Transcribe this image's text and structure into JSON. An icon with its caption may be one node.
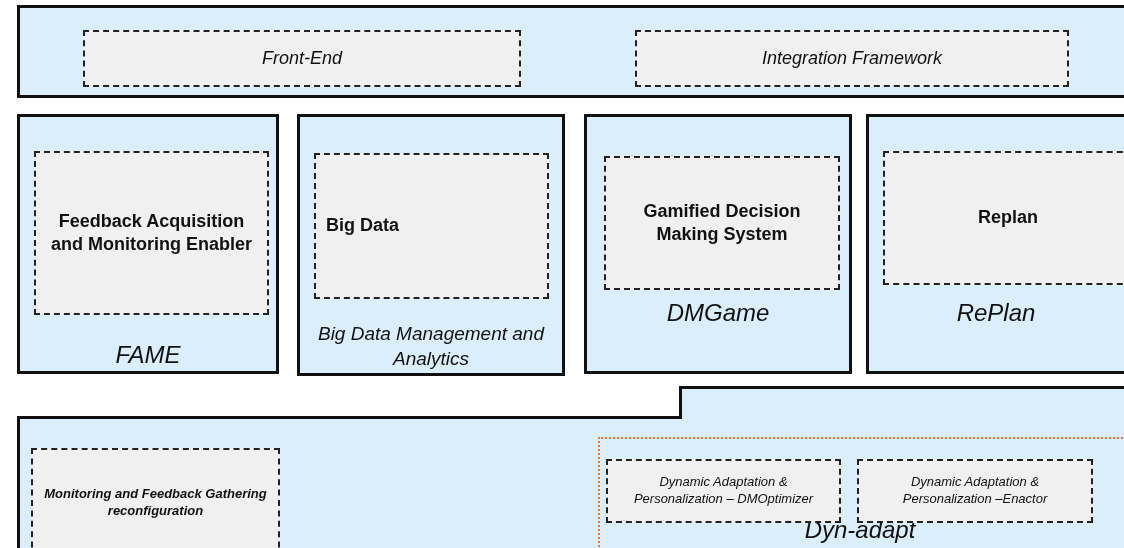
{
  "diagram": {
    "nodes": [
      {
        "text": [],
        "shape": "box"
      },
      {
        "text": [
          "Front-End"
        ],
        "in": 0
      },
      {
        "text": [
          "Integration Framework"
        ],
        "in": 0
      },
      {
        "text": [
          "FAME"
        ]
      },
      {
        "text": [
          "Feedback Acquisition and Monitoring Enabler"
        ],
        "in": 3
      },
      {
        "text": [
          "Big Data Management and Analytics"
        ]
      },
      {
        "text": [
          "Big Data"
        ],
        "in": 5
      },
      {
        "text": [
          "DMGame"
        ]
      },
      {
        "text": [
          "Gamified Decision Making System"
        ],
        "in": 7
      },
      {
        "text": [
          "RePlan"
        ]
      },
      {
        "text": [
          "Replan"
        ],
        "in": 9
      },
      {
        "text": [],
        "shape": "box"
      },
      {
        "text": [
          "Monitoring and Feedback Gathering reconfiguration"
        ],
        "in": 11
      },
      {
        "text": [
          "Dyn-adapt"
        ],
        "in": 11
      },
      {
        "text": [
          "Dynamic Adaptation & Personalization – DMOptimizer"
        ],
        "in": 13
      },
      {
        "text": [
          "Dynamic Adaptation & Personalization –Enactor"
        ],
        "in": 13
      }
    ],
    "edges": []
  }
}
